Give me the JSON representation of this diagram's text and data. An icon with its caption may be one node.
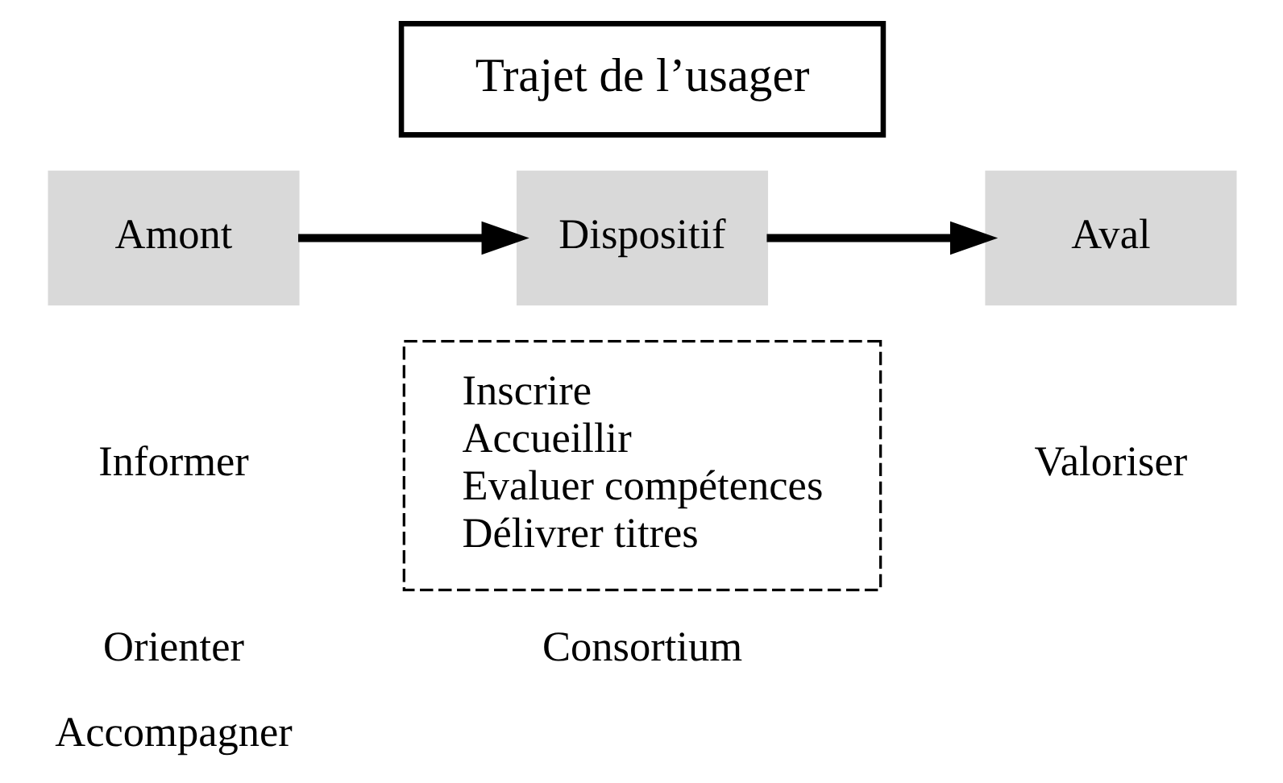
{
  "diagram": {
    "nodes": [
      {
        "text": [
          "Trajet de l’usager"
        ]
      },
      {
        "text": [
          "Amont"
        ]
      },
      {
        "text": [
          "Dispositif"
        ]
      },
      {
        "text": [
          "Aval"
        ]
      },
      {
        "text": [
          "Inscrire",
          "Accueillir",
          "Evaluer compétences",
          "Délivrer titres"
        ]
      }
    ],
    "edges": [
      {
        "from": 1,
        "to": 2,
        "arrow": "to"
      },
      {
        "from": 2,
        "to": 3,
        "arrow": "to"
      }
    ],
    "labels": [
      "Informer",
      "Orienter",
      "Accompagner",
      "Valoriser",
      "Consortium"
    ]
  }
}
